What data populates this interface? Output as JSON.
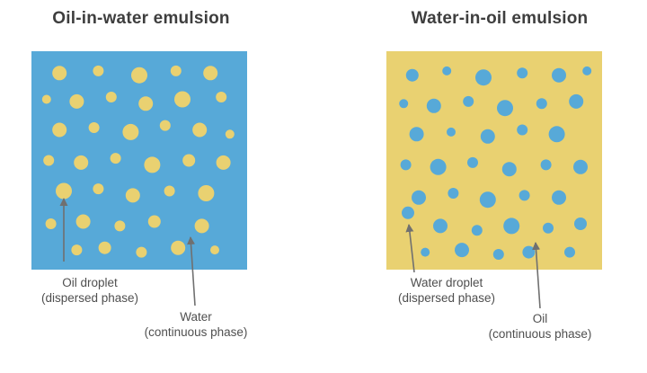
{
  "colors": {
    "background": "#ffffff",
    "water_blue": "#57A9D8",
    "oil_yellow": "#E9D171",
    "arrow_gray": "#707070",
    "title_text": "#3E3E3E",
    "label_text": "#4F4F4F"
  },
  "left_panel": {
    "title": "Oil-in-water emulsion",
    "square": {
      "continuous_phase": "water",
      "dispersed_phase": "oil",
      "fill_key": "water_blue",
      "droplet_fill_key": "oil_yellow"
    },
    "droplets": [
      [
        13,
        10,
        8
      ],
      [
        31,
        9,
        6
      ],
      [
        50,
        11,
        9
      ],
      [
        67,
        9,
        6
      ],
      [
        83,
        10,
        8
      ],
      [
        7,
        22,
        5
      ],
      [
        21,
        23,
        8
      ],
      [
        37,
        21,
        6
      ],
      [
        53,
        24,
        8
      ],
      [
        70,
        22,
        9
      ],
      [
        88,
        21,
        6
      ],
      [
        13,
        36,
        8
      ],
      [
        29,
        35,
        6
      ],
      [
        46,
        37,
        9
      ],
      [
        62,
        34,
        6
      ],
      [
        78,
        36,
        8
      ],
      [
        92,
        38,
        5
      ],
      [
        8,
        50,
        6
      ],
      [
        23,
        51,
        8
      ],
      [
        39,
        49,
        6
      ],
      [
        56,
        52,
        9
      ],
      [
        73,
        50,
        7
      ],
      [
        89,
        51,
        8
      ],
      [
        15,
        64,
        9
      ],
      [
        31,
        63,
        6
      ],
      [
        47,
        66,
        8
      ],
      [
        64,
        64,
        6
      ],
      [
        81,
        65,
        9
      ],
      [
        9,
        79,
        6
      ],
      [
        24,
        78,
        8
      ],
      [
        41,
        80,
        6
      ],
      [
        57,
        78,
        7
      ],
      [
        79,
        80,
        8
      ],
      [
        21,
        91,
        6
      ],
      [
        34,
        90,
        7
      ],
      [
        51,
        92,
        6
      ],
      [
        68,
        90,
        8
      ],
      [
        85,
        91,
        5
      ]
    ],
    "labels": {
      "droplet": {
        "line1": "Oil droplet",
        "line2": "(dispersed phase)"
      },
      "continuous": {
        "line1": "Water",
        "line2": "(continuous phase)"
      }
    }
  },
  "right_panel": {
    "title": "Water-in-oil emulsion",
    "square": {
      "continuous_phase": "oil",
      "dispersed_phase": "water",
      "fill_key": "oil_yellow",
      "droplet_fill_key": "water_blue"
    },
    "droplets": [
      [
        12,
        11,
        7
      ],
      [
        28,
        9,
        5
      ],
      [
        45,
        12,
        9
      ],
      [
        63,
        10,
        6
      ],
      [
        80,
        11,
        8
      ],
      [
        93,
        9,
        5
      ],
      [
        8,
        24,
        5
      ],
      [
        22,
        25,
        8
      ],
      [
        38,
        23,
        6
      ],
      [
        55,
        26,
        9
      ],
      [
        72,
        24,
        6
      ],
      [
        88,
        23,
        8
      ],
      [
        14,
        38,
        8
      ],
      [
        30,
        37,
        5
      ],
      [
        47,
        39,
        8
      ],
      [
        63,
        36,
        6
      ],
      [
        79,
        38,
        9
      ],
      [
        9,
        52,
        6
      ],
      [
        24,
        53,
        9
      ],
      [
        40,
        51,
        6
      ],
      [
        57,
        54,
        8
      ],
      [
        74,
        52,
        6
      ],
      [
        90,
        53,
        8
      ],
      [
        15,
        67,
        8
      ],
      [
        31,
        65,
        6
      ],
      [
        47,
        68,
        9
      ],
      [
        64,
        66,
        6
      ],
      [
        80,
        67,
        8
      ],
      [
        10,
        74,
        7
      ],
      [
        25,
        80,
        8
      ],
      [
        42,
        82,
        6
      ],
      [
        58,
        80,
        9
      ],
      [
        75,
        81,
        6
      ],
      [
        90,
        79,
        7
      ],
      [
        18,
        92,
        5
      ],
      [
        35,
        91,
        8
      ],
      [
        52,
        93,
        6
      ],
      [
        66,
        92,
        7
      ],
      [
        85,
        92,
        6
      ]
    ],
    "labels": {
      "droplet": {
        "line1": "Water droplet",
        "line2": "(dispersed phase)"
      },
      "continuous": {
        "line1": "Oil",
        "line2": "(continuous phase)"
      }
    }
  }
}
